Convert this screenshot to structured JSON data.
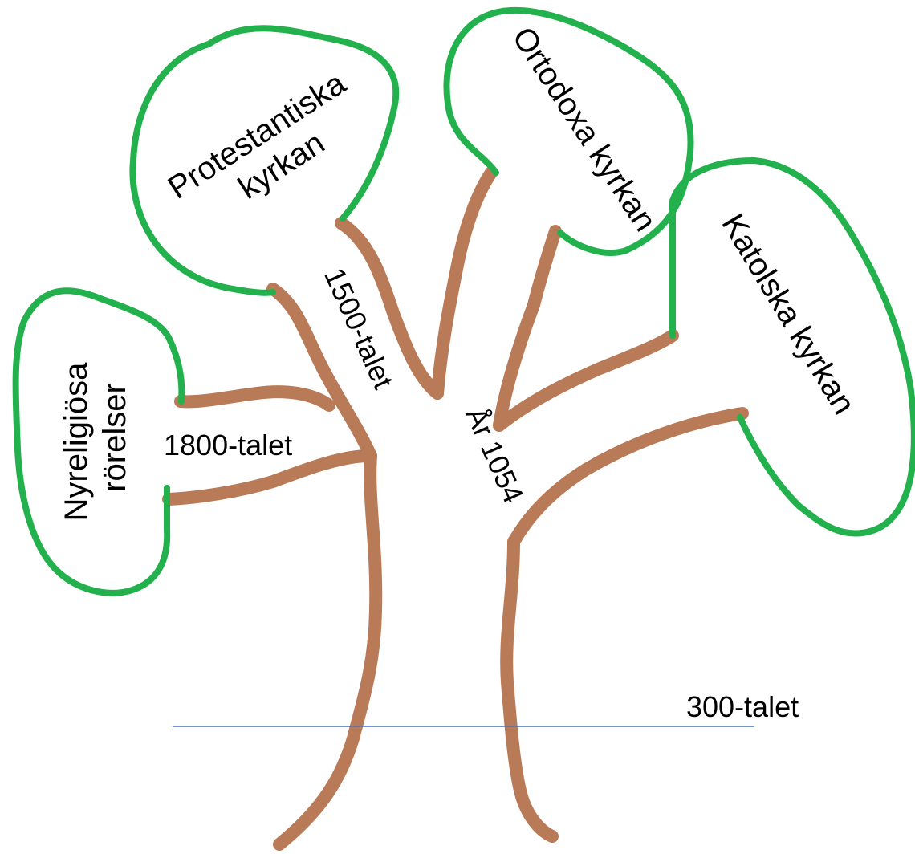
{
  "colors": {
    "branch": "#B97A57",
    "outline": "#22B14C",
    "timeline": "#4472C4",
    "text": "#000000"
  },
  "labels": {
    "protestant_line1": "Protestantiska",
    "protestant_line2": "kyrkan",
    "orthodox": "Ortodoxa kyrkan",
    "catholic": "Katolska kyrkan",
    "newreligious_line1": "Nyreligiösa",
    "newreligious_line2": "rörelser",
    "year_1500": "1500-talet",
    "year_1800": "1800-talet",
    "year_1054": "År 1054",
    "year_300": "300-talet"
  }
}
